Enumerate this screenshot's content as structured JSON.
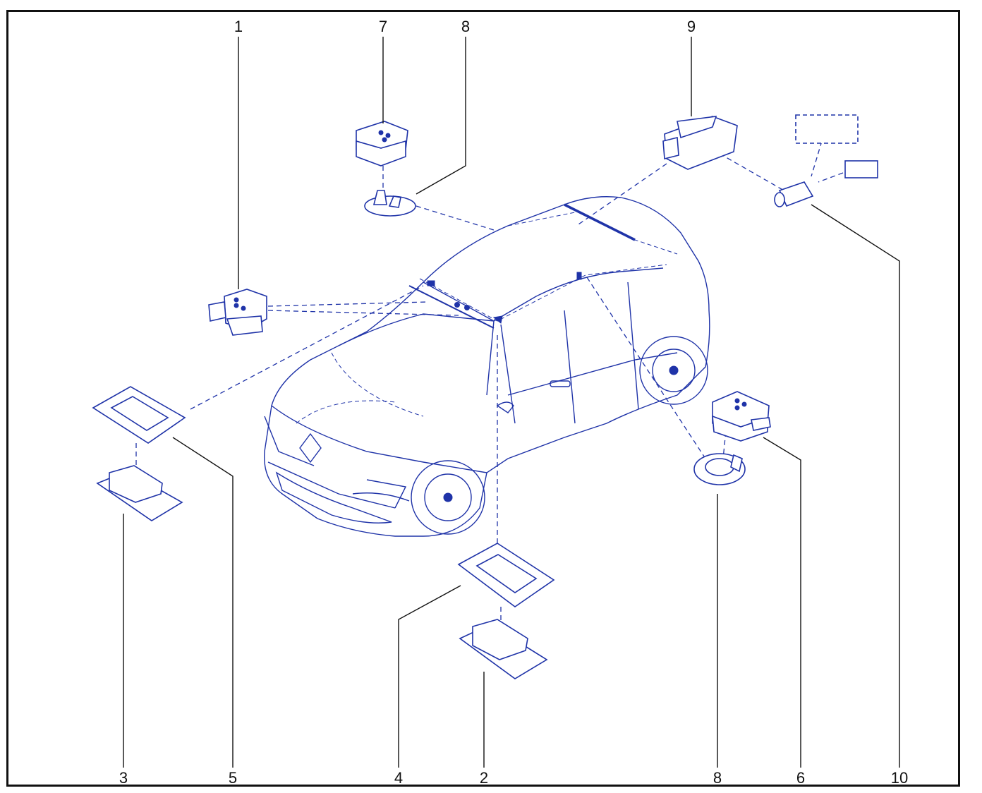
{
  "diagram": {
    "colors": {
      "line": "#1f33a8",
      "leader": "#111111",
      "frame": "#111111"
    },
    "callouts": [
      {
        "id": "1",
        "label": "1"
      },
      {
        "id": "7",
        "label": "7"
      },
      {
        "id": "8-top",
        "label": "8"
      },
      {
        "id": "9",
        "label": "9"
      },
      {
        "id": "3",
        "label": "3"
      },
      {
        "id": "5",
        "label": "5"
      },
      {
        "id": "4",
        "label": "4"
      },
      {
        "id": "2",
        "label": "2"
      },
      {
        "id": "8-bottom",
        "label": "8"
      },
      {
        "id": "6",
        "label": "6"
      },
      {
        "id": "10",
        "label": "10"
      }
    ]
  }
}
